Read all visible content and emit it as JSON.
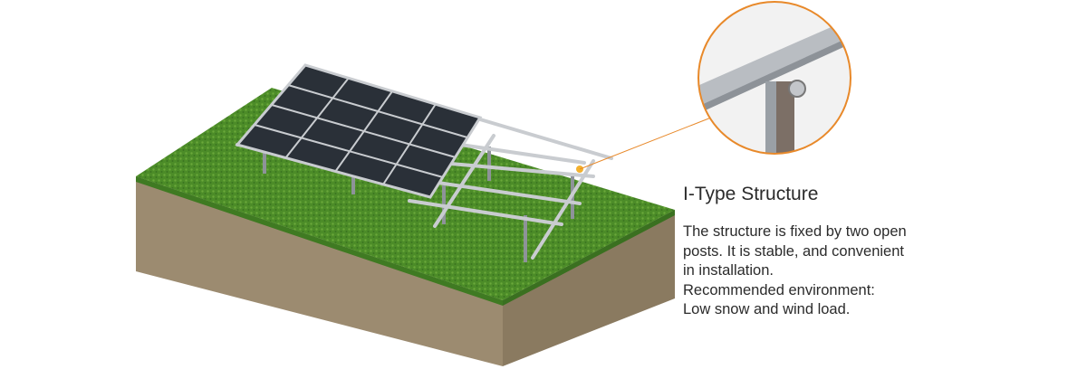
{
  "product": {
    "title": "I-Type Structure",
    "description_lines": [
      "The structure is fixed by two open",
      "posts. It is stable, and convenient",
      "in installation.",
      "Recommended environment:",
      "Low snow and wind load."
    ]
  },
  "colors": {
    "accent": "#e8892a",
    "grass": "#4f8f2a",
    "soil": "#9c8b70",
    "panel": "#2a3038",
    "rail": "#c9ccd0"
  }
}
